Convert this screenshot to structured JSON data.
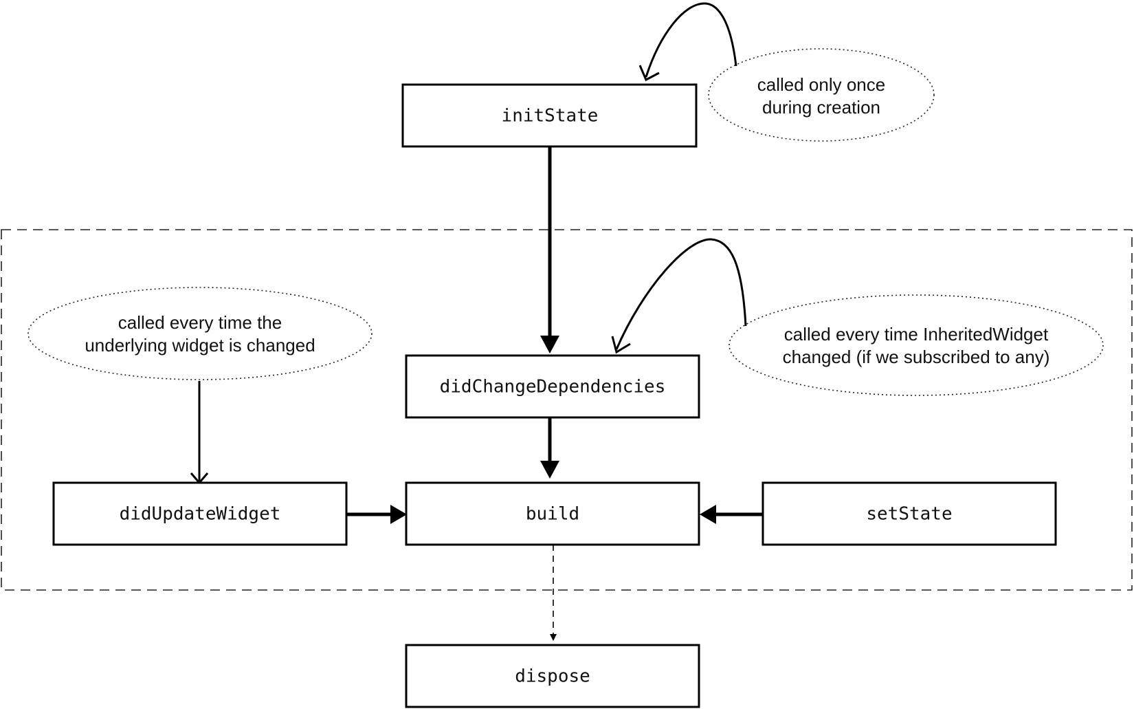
{
  "nodes": {
    "initState": "initState",
    "didChangeDependencies": "didChangeDependencies",
    "didUpdateWidget": "didUpdateWidget",
    "build": "build",
    "setState": "setState",
    "dispose": "dispose"
  },
  "notes": {
    "initState": [
      "called only once",
      "during creation"
    ],
    "didUpdateWidget": [
      "called every time the",
      "underlying widget is changed"
    ],
    "didChangeDependencies": [
      "called every time InheritedWidget",
      "changed (if we subscribed to any)"
    ]
  }
}
